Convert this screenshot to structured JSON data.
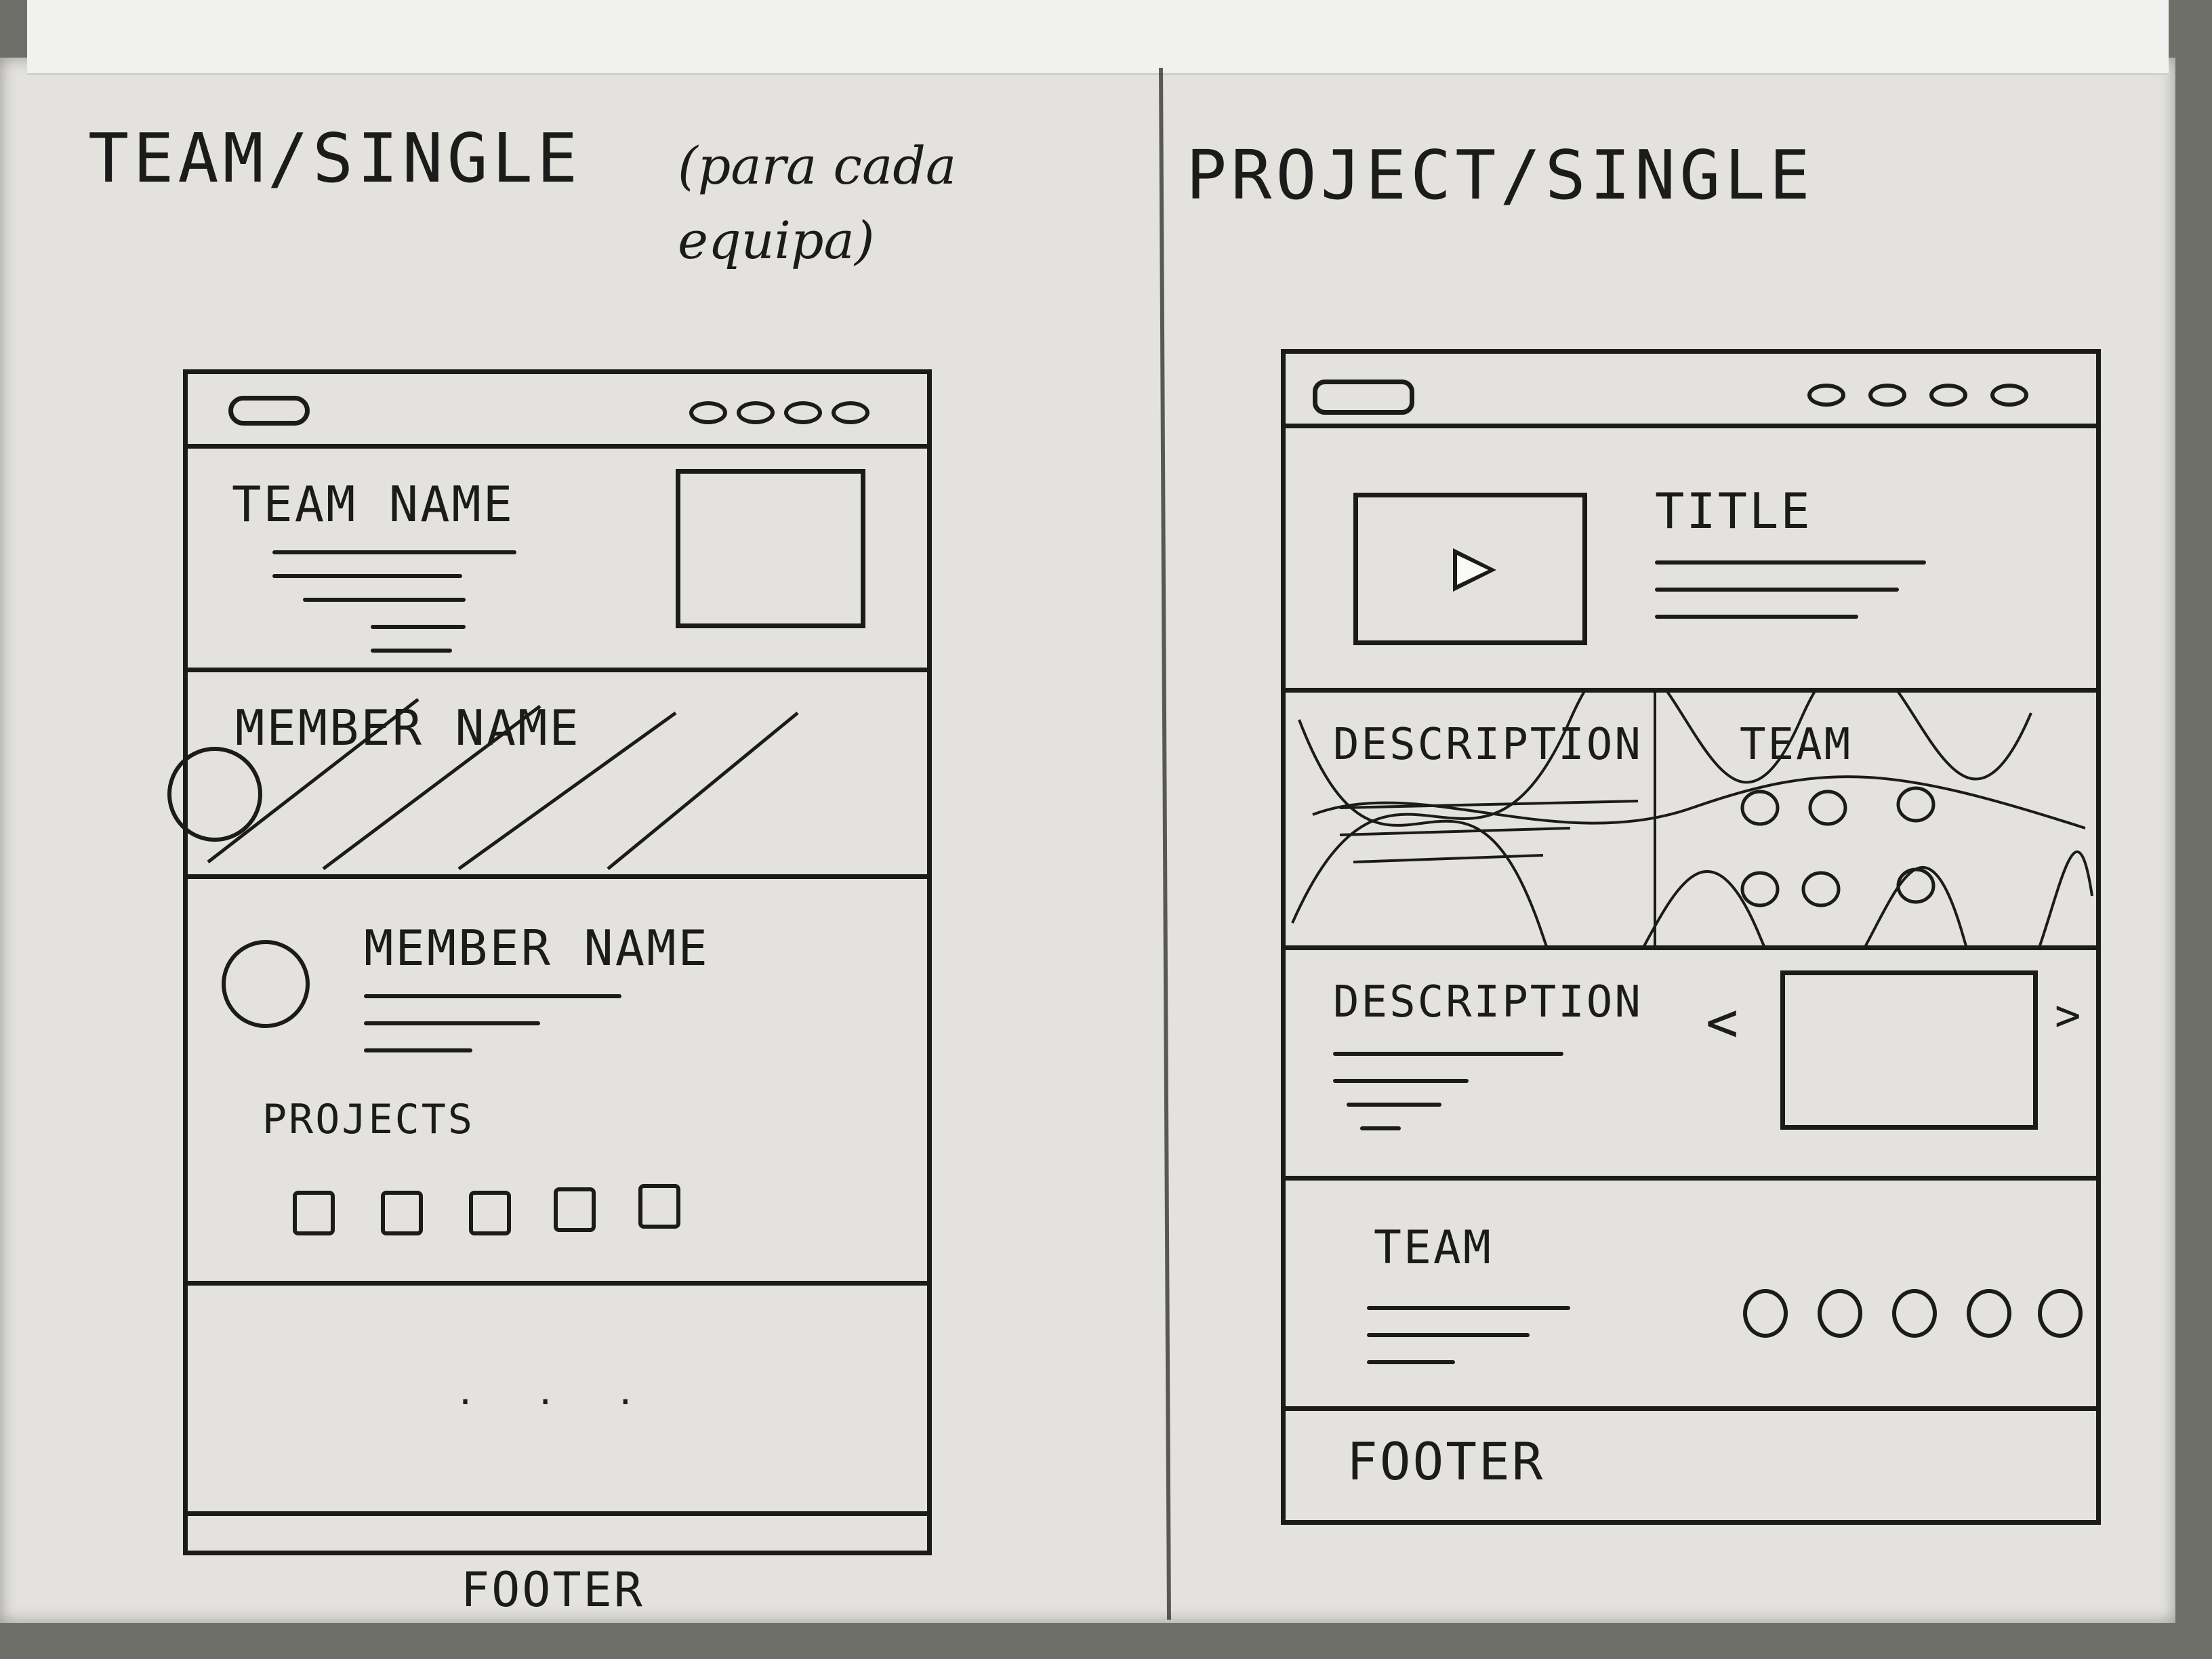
{
  "left_sheet": {
    "heading": "TEAM/SINGLE",
    "heading_note": "(para cada equipa)",
    "hero": {
      "title": "TEAM NAME"
    },
    "member_crossed": {
      "name": "MEMBER NAME"
    },
    "member": {
      "name": "MEMBER NAME"
    },
    "projects": {
      "label": "PROJECTS",
      "count": 5
    },
    "ellipsis": ". . .",
    "footer": "FOOTER"
  },
  "right_sheet": {
    "heading": "PROJECT/SINGLE",
    "hero": {
      "title": "TITLE",
      "media_icon": "play-icon"
    },
    "crossed_row": {
      "description": "DESCRIPTION",
      "team": "TEAM"
    },
    "description": {
      "label": "DESCRIPTION",
      "prev": "<",
      "next": ">"
    },
    "team": {
      "label": "TEAM",
      "avatar_count": 5
    },
    "footer": "FOOTER"
  }
}
